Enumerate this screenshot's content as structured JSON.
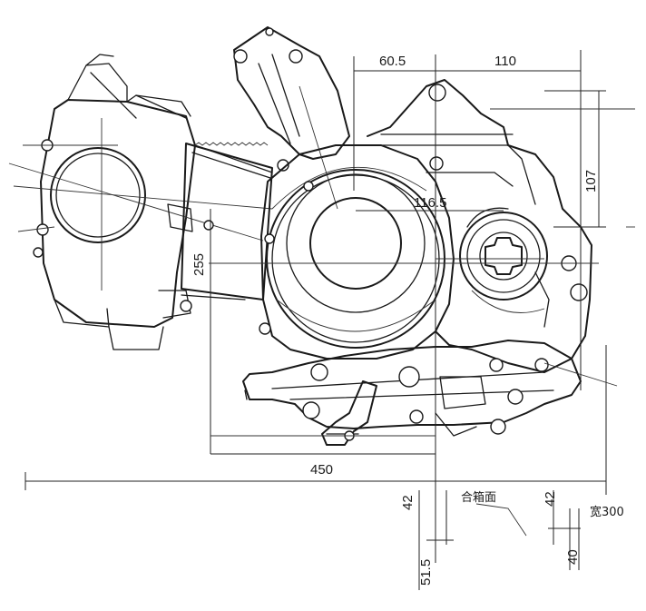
{
  "dimensions": {
    "d_60_5": "60.5",
    "d_110": "110",
    "d_107": "107",
    "d_116_5": "116.5",
    "d_255": "255",
    "d_450": "450",
    "d_42_left": "42",
    "d_42_right": "42",
    "d_51_5": "51.5",
    "d_40": "40",
    "d_300": "宽300"
  },
  "annotations": {
    "parting_face": "合箱面"
  }
}
